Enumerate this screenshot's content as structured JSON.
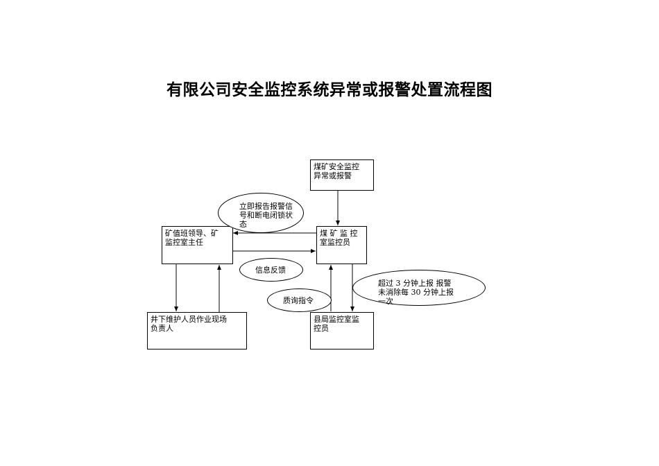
{
  "title": "有限公司安全监控系统异常或报警处置流程图",
  "nodes": {
    "alarm": "煤矿安全监控\n异常或报警",
    "monitor": "煤 矿 监 控\n室监控员",
    "leader": "矿值班领导、矿\n监控室主任",
    "field": "井下维护人员作业现场\n负责人",
    "county": "县局监控室监\n控员"
  },
  "notes": {
    "report": "立即报告报警信\n号和断电闭锁状\n态",
    "feedback": "信息反馈",
    "inquiry": "质询指令",
    "overtime": "超过 3 分钟上报  报警\n未消除每 30 分钟上报\n一次"
  }
}
